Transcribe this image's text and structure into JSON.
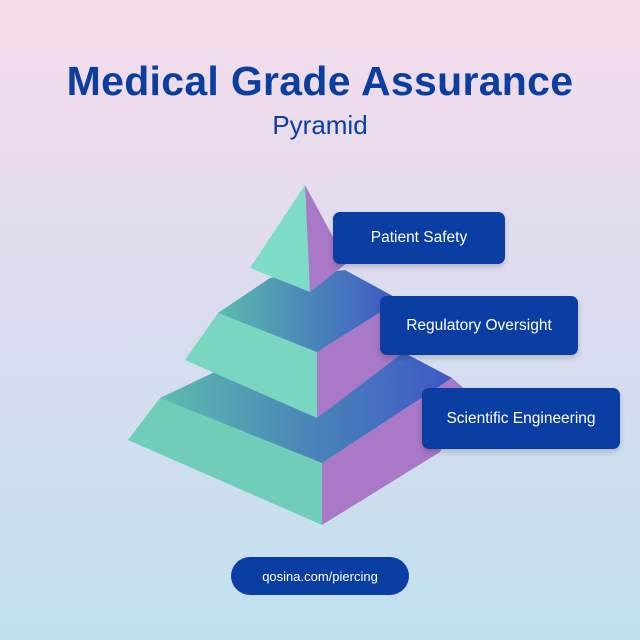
{
  "header": {
    "title": "Medical Grade Assurance",
    "subtitle": "Pyramid"
  },
  "pyramid": {
    "levels": [
      {
        "label": "Patient Safety"
      },
      {
        "label": "Regulatory Oversight"
      },
      {
        "label": "Scientific Engineering"
      }
    ],
    "colors": {
      "left": "#7ad9c3",
      "right": "#a978c6",
      "top_from": "#5cb8ad",
      "top_to": "#3e5cc4",
      "label_bg": "#0b3ea3"
    }
  },
  "footer": {
    "url": "qosina.com/piercing"
  }
}
